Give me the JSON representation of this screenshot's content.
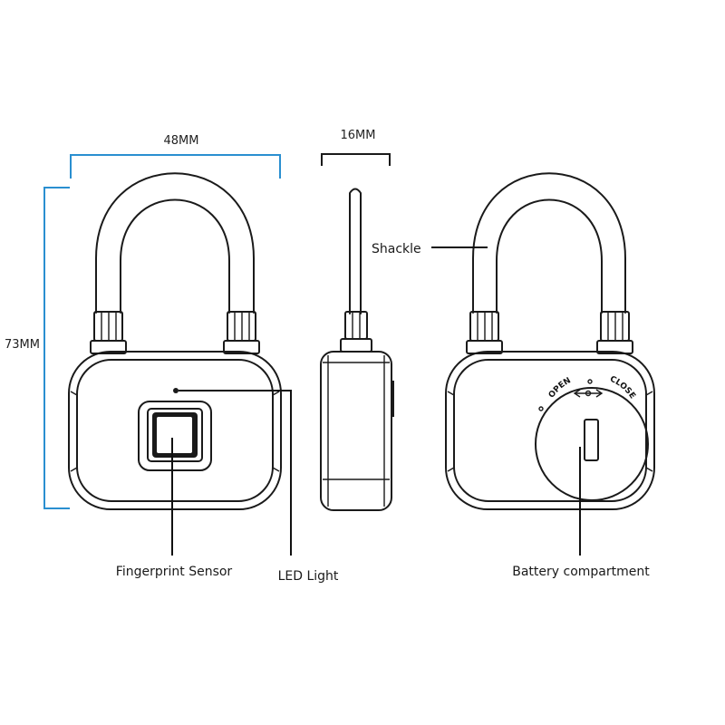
{
  "dimensions": {
    "width": "48MM",
    "thickness": "16MM",
    "height": "73MM"
  },
  "labels": {
    "shackle": "Shackle",
    "fingerprint_sensor": "Fingerprint Sensor",
    "led_light": "LED Light",
    "battery_compartment": "Battery compartment"
  },
  "dial": {
    "open": "OPEN",
    "close": "CLOSE"
  },
  "colors": {
    "dimension_lines": "#2a8fd0",
    "outline": "#1a1a1a"
  }
}
